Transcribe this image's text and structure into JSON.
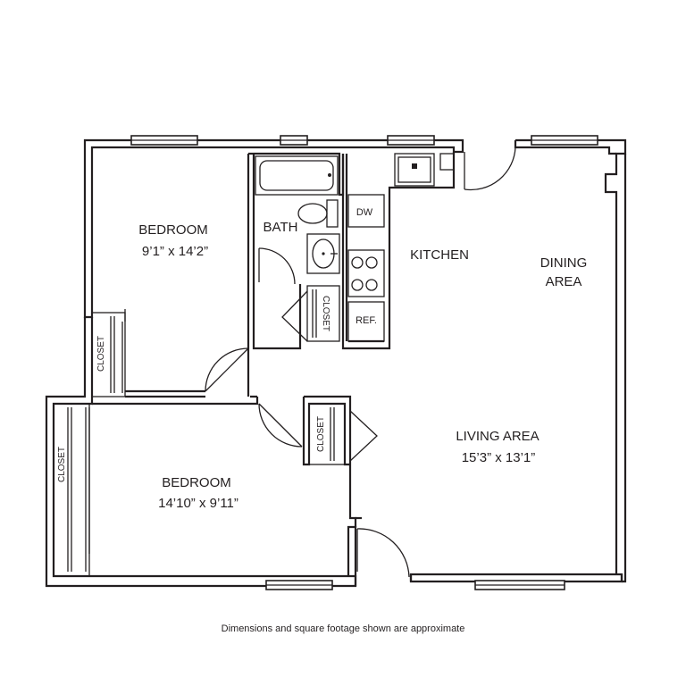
{
  "rooms": {
    "bedroom1": {
      "name": "BEDROOM",
      "dims": "9’1” x 14’2”"
    },
    "bedroom2": {
      "name": "BEDROOM",
      "dims": "14’10” x 9’11”"
    },
    "bath": {
      "name": "BATH"
    },
    "kitchen": {
      "name": "KITCHEN"
    },
    "dining": {
      "name_line1": "DINING",
      "name_line2": "AREA"
    },
    "living": {
      "name": "LIVING AREA",
      "dims": "15’3” x 13’1”"
    }
  },
  "fixtures": {
    "dishwasher": "DW",
    "refrigerator": "REF."
  },
  "closets": {
    "bedroom1_closet": "CLOSET",
    "bath_closet": "CLOSET",
    "bedroom2_closet": "CLOSET",
    "entry_closet": "CLOSET"
  },
  "footer": "Dimensions and square footage shown are approximate"
}
